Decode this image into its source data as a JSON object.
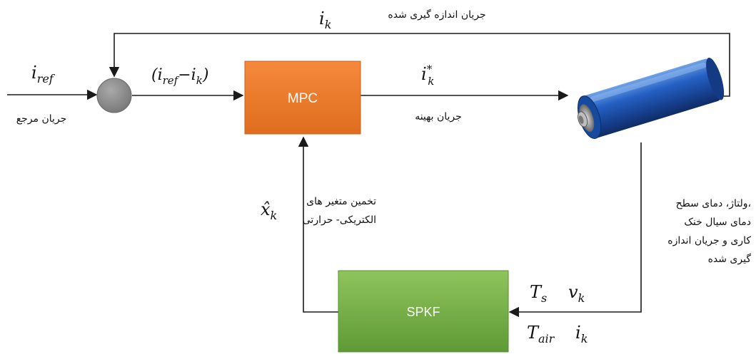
{
  "blocks": {
    "mpc": {
      "label": "MPC",
      "color": "#ed7d31"
    },
    "spkf": {
      "label": "SPKF",
      "color": "#70ad47"
    }
  },
  "summing_junction": {
    "color": "#8c8c8c"
  },
  "labels": {
    "i_ref_base": "i",
    "i_ref_sub": "ref",
    "ref_current_fa": "جریان مرجع",
    "error_open": "(i",
    "error_sub1": "ref",
    "error_mid": "−i",
    "error_sub2": "k",
    "error_close": ")",
    "optimal_base": "i",
    "optimal_sub": "k",
    "optimal_sup": "*",
    "optimal_current_fa": "جریان بهینه",
    "feedback_base": "i",
    "feedback_sub": "k",
    "measured_current_fa": "جریان اندازه گیری شده",
    "xhat_base": "x̂",
    "xhat_sub": "k",
    "estimate_line1": "تخمین متغیر های",
    "estimate_line2": "الکتریکی- حرارتی",
    "measurements_line1": "ولتاژ، دمای سطح،",
    "measurements_line2": "دمای سیال خنک",
    "measurements_line3": "کاری و جریان اندازه",
    "measurements_line4": "گیری شده",
    "ts_base": "T",
    "ts_sub": "s",
    "vk_base": "v",
    "vk_sub": "k",
    "tair_base": "T",
    "tair_sub": "air",
    "ik_base": "i",
    "ik_sub": "k"
  },
  "battery": {
    "body_color": "#1f5fbf",
    "icon": "cylindrical-battery-cell"
  }
}
